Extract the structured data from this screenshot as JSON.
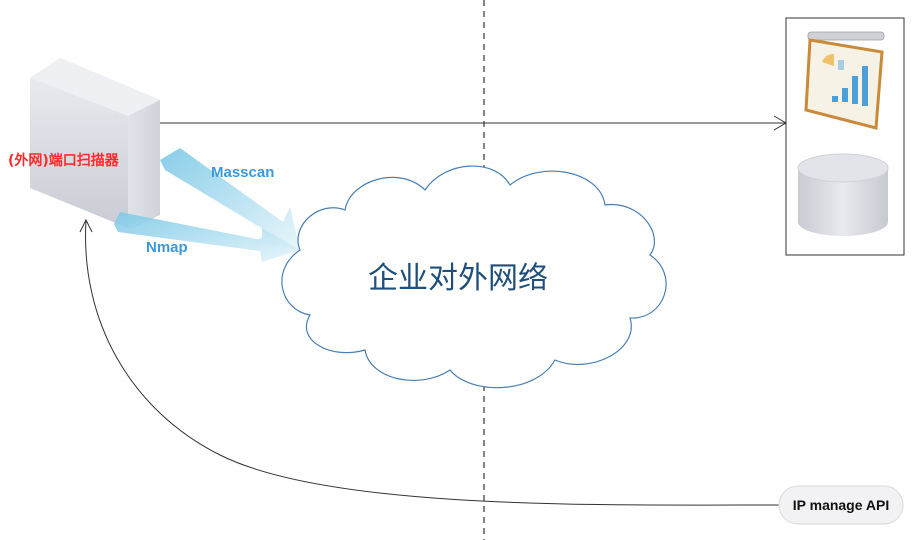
{
  "scanner": {
    "label": "(外网)端口扫描器",
    "label_color": "#ff2a2a"
  },
  "tools": {
    "masscan": "Masscan",
    "nmap": "Nmap",
    "label_color": "#3a9ad9",
    "arrow_color": "#bfe4f3"
  },
  "cloud": {
    "label": "企业对外网络",
    "label_color": "#1f4f7a",
    "outline_color": "#4a7fb0"
  },
  "api": {
    "label": "IP manage API"
  },
  "icons": {
    "scanner": "server-tower-icon",
    "report": "presentation-chart-icon",
    "database": "database-cylinder-icon"
  }
}
